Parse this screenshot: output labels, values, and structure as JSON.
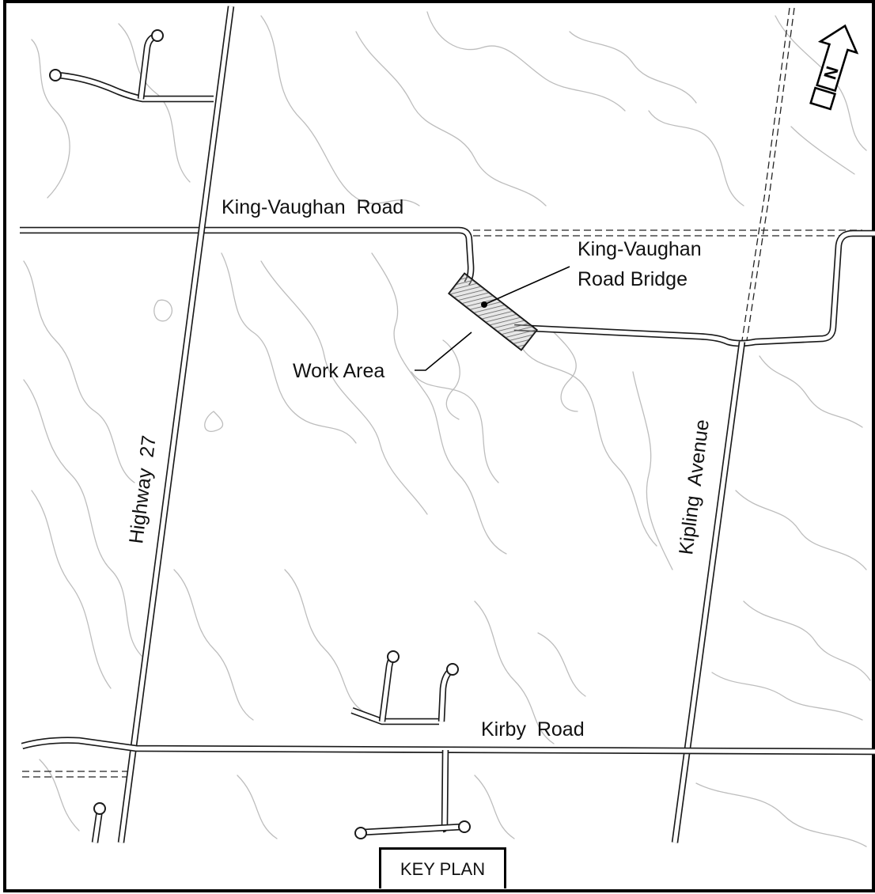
{
  "map": {
    "roads": {
      "king_vaughan": "King-Vaughan  Road",
      "highway_27": "Highway  27",
      "kipling": "Kipling  Avenue",
      "kirby": "Kirby  Road"
    },
    "bridge_label_line1": "King-Vaughan",
    "bridge_label_line2": "Road Bridge",
    "work_area_label": "Work Area",
    "north_arrow_letter": "N",
    "key_plan_label": "KEY PLAN"
  },
  "colors": {
    "road_outline": "#1a1a1a",
    "contour": "#bdbdbd",
    "border": "#000000"
  },
  "icons": [
    "north-arrow-icon"
  ]
}
